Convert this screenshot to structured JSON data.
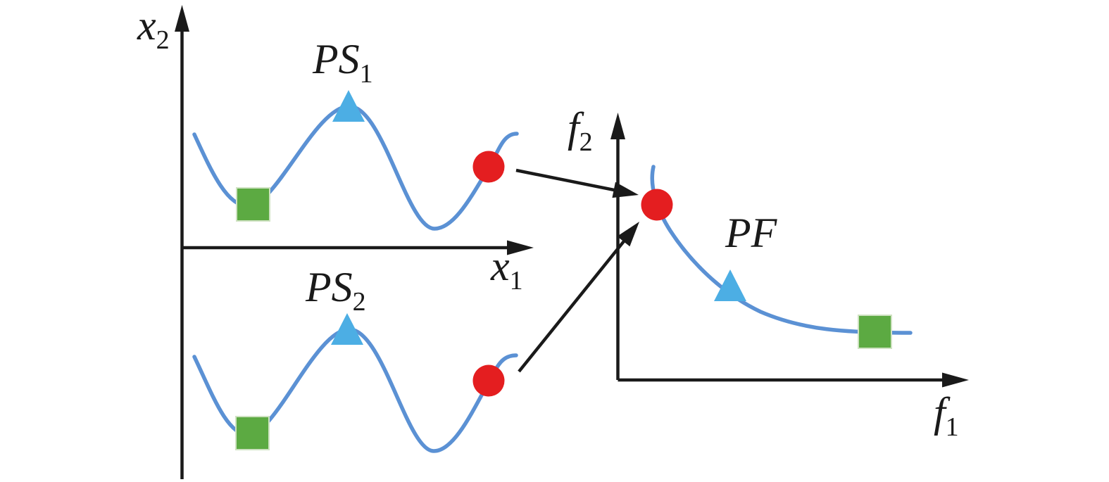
{
  "decision_space": {
    "y_axis_label": {
      "base": "x",
      "sub": "2"
    },
    "x_axis_label": {
      "base": "x",
      "sub": "1"
    },
    "ps1_label": {
      "base": "PS",
      "sub": "1"
    },
    "ps2_label": {
      "base": "PS",
      "sub": "2"
    }
  },
  "objective_space": {
    "y_axis_label": {
      "base": "f",
      "sub": "2"
    },
    "x_axis_label": {
      "base": "f",
      "sub": "1"
    },
    "pf_label": {
      "base": "PF",
      "sub": ""
    }
  },
  "markers": {
    "square": "green-square-marker",
    "triangle": "blue-triangle-marker",
    "circle": "red-circle-marker"
  },
  "colors": {
    "curve_blue": "#5b91d4",
    "marker_triangle_blue": "#4caee4",
    "marker_square_green": "#5caa42",
    "marker_circle_red": "#e41e20",
    "axis_black": "#1a1a1a"
  }
}
